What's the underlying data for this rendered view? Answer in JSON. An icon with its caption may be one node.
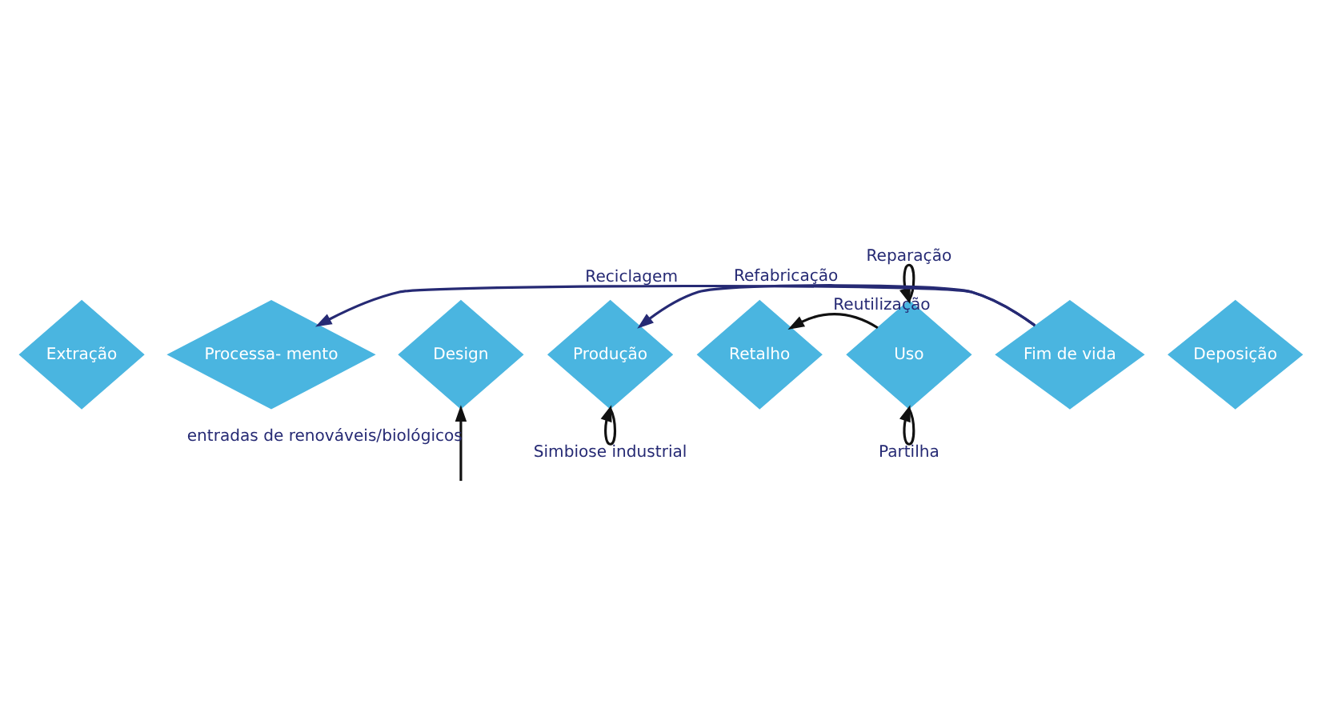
{
  "diagram": {
    "nodes": [
      {
        "text": [
          "Extração"
        ]
      },
      {
        "text": [
          "Processa- mento"
        ]
      },
      {
        "text": [
          "Design"
        ]
      },
      {
        "text": [
          "Produção"
        ]
      },
      {
        "text": [
          "Retalho"
        ]
      },
      {
        "text": [
          "Uso"
        ]
      },
      {
        "text": [
          "Fim de vida"
        ]
      },
      {
        "text": [
          "Deposição"
        ]
      }
    ],
    "edges": [
      {
        "from": 6,
        "to": 1,
        "arrow": "to",
        "label": "Reciclagem",
        "color": "#262a74"
      },
      {
        "from": 6,
        "to": 3,
        "arrow": "to",
        "label": "Refabricação",
        "color": "#262a74"
      },
      {
        "from": 5,
        "to": 4,
        "arrow": "to",
        "label": "Reutilização"
      },
      {
        "from": 5,
        "to": 5,
        "arrow": "to",
        "label": "Reparação"
      },
      {
        "from": null,
        "to": 2,
        "arrow": "to",
        "label": "entradas de renováveis/biológicos"
      },
      {
        "from": 3,
        "to": 3,
        "arrow": "to",
        "label": "Simbiose industrial"
      },
      {
        "from": 5,
        "to": 5,
        "arrow": "to",
        "label": "Partilha"
      }
    ]
  }
}
